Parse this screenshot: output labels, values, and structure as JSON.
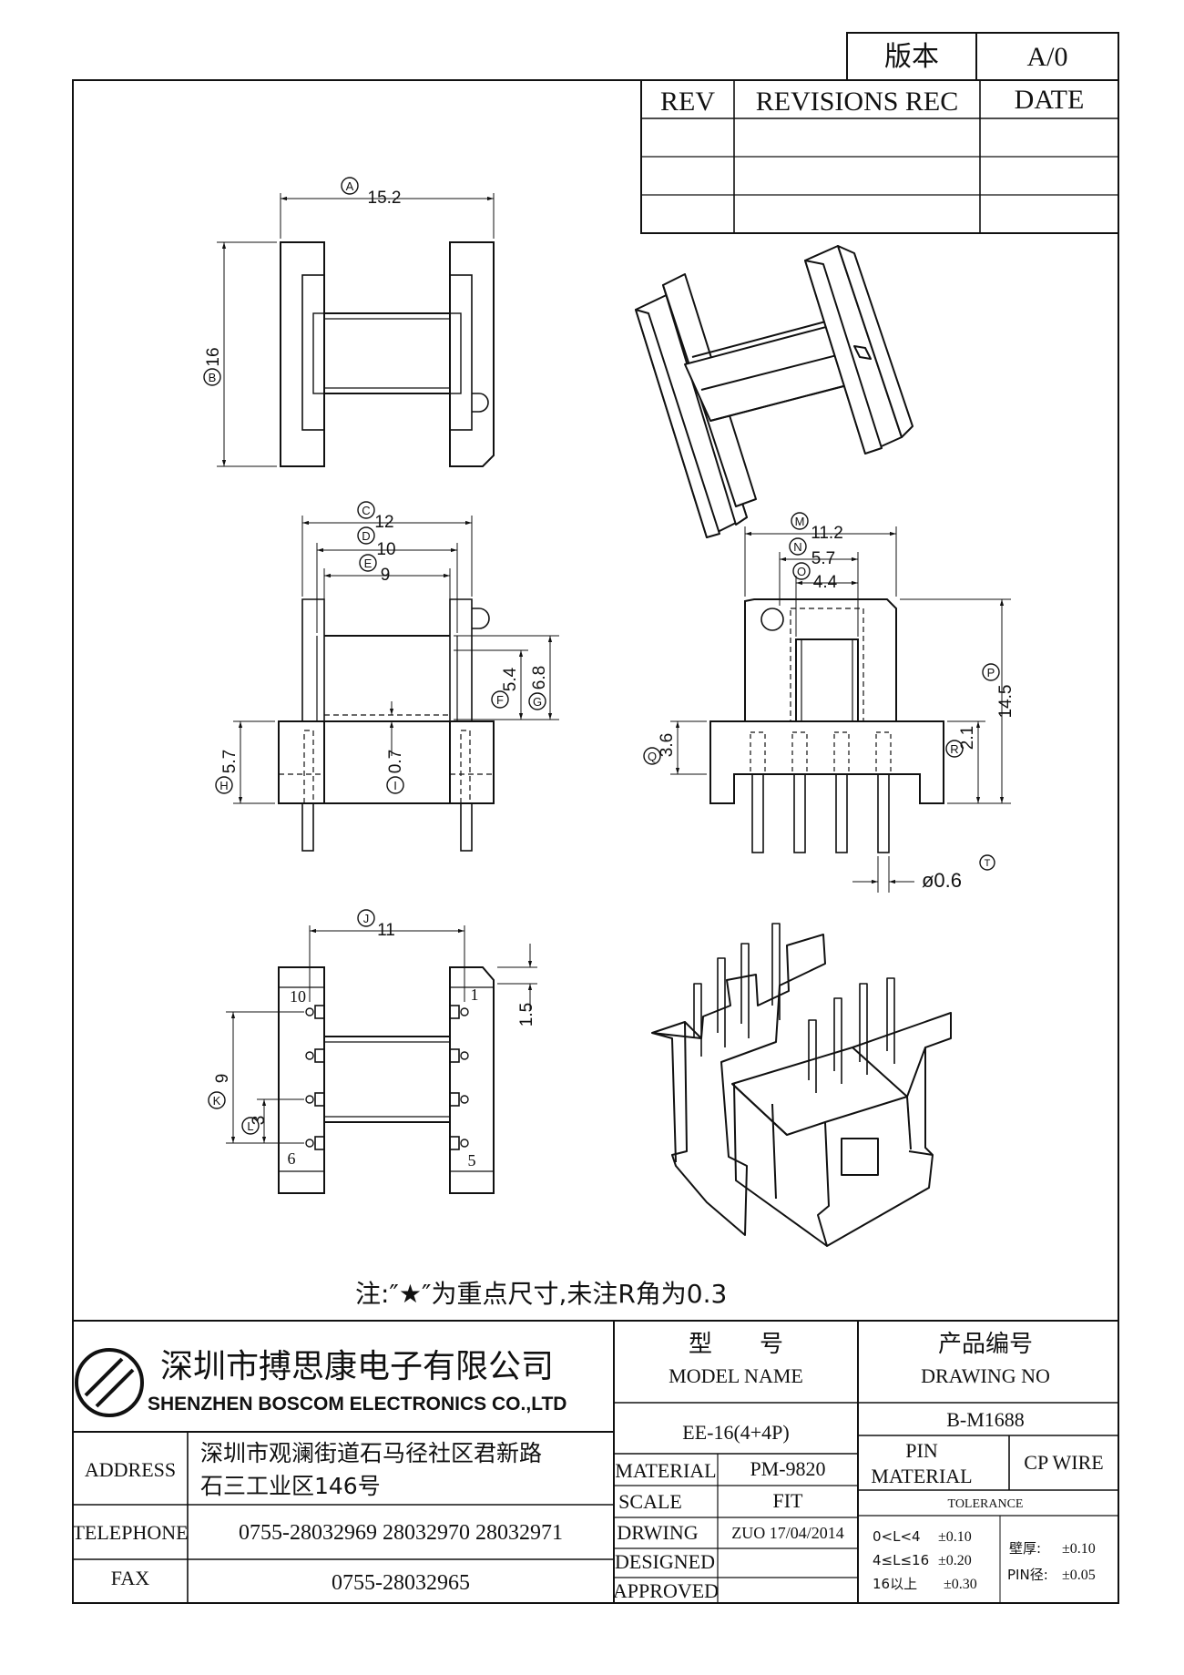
{
  "title_block": {
    "version_label": "版本",
    "version_value": "A/0",
    "revision_headers": [
      "REV",
      "REVISIONS REC",
      "DATE"
    ],
    "company_cn": "深圳市搏思康电子有限公司",
    "company_en": "SHENZHEN BOSCOM ELECTRONICS CO.,LTD",
    "model_label_cn": "型　　号",
    "model_label_en": "MODEL NAME",
    "model_value": "EE-16(4+4P)",
    "drawing_label_cn": "产品编号",
    "drawing_label_en": "DRAWING NO",
    "drawing_value": "B-M1688",
    "address_label": "ADDRESS",
    "address_line1": "深圳市观澜街道石马径社区君新路",
    "address_line2": "石三工业区146号",
    "telephone_label": "TELEPHONE",
    "telephone_value": "0755-28032969 28032970 28032971",
    "fax_label": "FAX",
    "fax_value": "0755-28032965",
    "material_label": "MATERIAL",
    "material_value": "PM-9820",
    "scale_label": "SCALE",
    "scale_value": "FIT",
    "drawing_by_label": "DRWING",
    "drawing_by_value": "ZUO 17/04/2014",
    "designed_label": "DESIGNED",
    "approved_label": "APPROVED",
    "pin_material_label_1": "PIN",
    "pin_material_label_2": "MATERIAL",
    "pin_material_value": "CP WIRE",
    "tolerance_label": "TOLERANCE",
    "tolerance_rows": [
      {
        "range": "0<L<4",
        "value": "±0.10"
      },
      {
        "range": "4≤L≤16",
        "value": "±0.20"
      },
      {
        "range": "16以上",
        "value": "±0.30"
      }
    ],
    "wall_label": "壁厚:",
    "wall_value": "±0.10",
    "pin_dia_label": "PIN径:",
    "pin_dia_value": "±0.05"
  },
  "note": "注:″★″为重点尺寸,未注R角为0.3",
  "dimensions": {
    "A": {
      "letter": "A",
      "value": "15.2"
    },
    "B": {
      "letter": "B",
      "value": "16"
    },
    "C": {
      "letter": "C",
      "value": "12"
    },
    "D": {
      "letter": "D",
      "value": "10"
    },
    "E": {
      "letter": "E",
      "value": "9"
    },
    "F": {
      "letter": "F",
      "value": "5.4"
    },
    "G": {
      "letter": "G",
      "value": "6.8"
    },
    "H": {
      "letter": "H",
      "value": "5.7"
    },
    "I": {
      "letter": "I",
      "value": "0.7"
    },
    "J": {
      "letter": "J",
      "value": "11"
    },
    "K": {
      "letter": "K",
      "value": "9"
    },
    "L": {
      "letter": "L",
      "value": "3"
    },
    "M": {
      "letter": "M",
      "value": "11.2"
    },
    "N": {
      "letter": "N",
      "value": "5.7"
    },
    "O": {
      "letter": "O",
      "value": "4.4"
    },
    "P": {
      "letter": "P",
      "value": "14.5"
    },
    "Q": {
      "letter": "Q",
      "value": "3.6"
    },
    "R": {
      "letter": "R",
      "value": "2.1"
    },
    "T": {
      "letter": "T",
      "value": "ø0.6"
    },
    "bottom_15": {
      "value": "1.5"
    }
  },
  "pin_numbers": {
    "p10": "10",
    "p1": "1",
    "p6": "6",
    "p5": "5"
  }
}
